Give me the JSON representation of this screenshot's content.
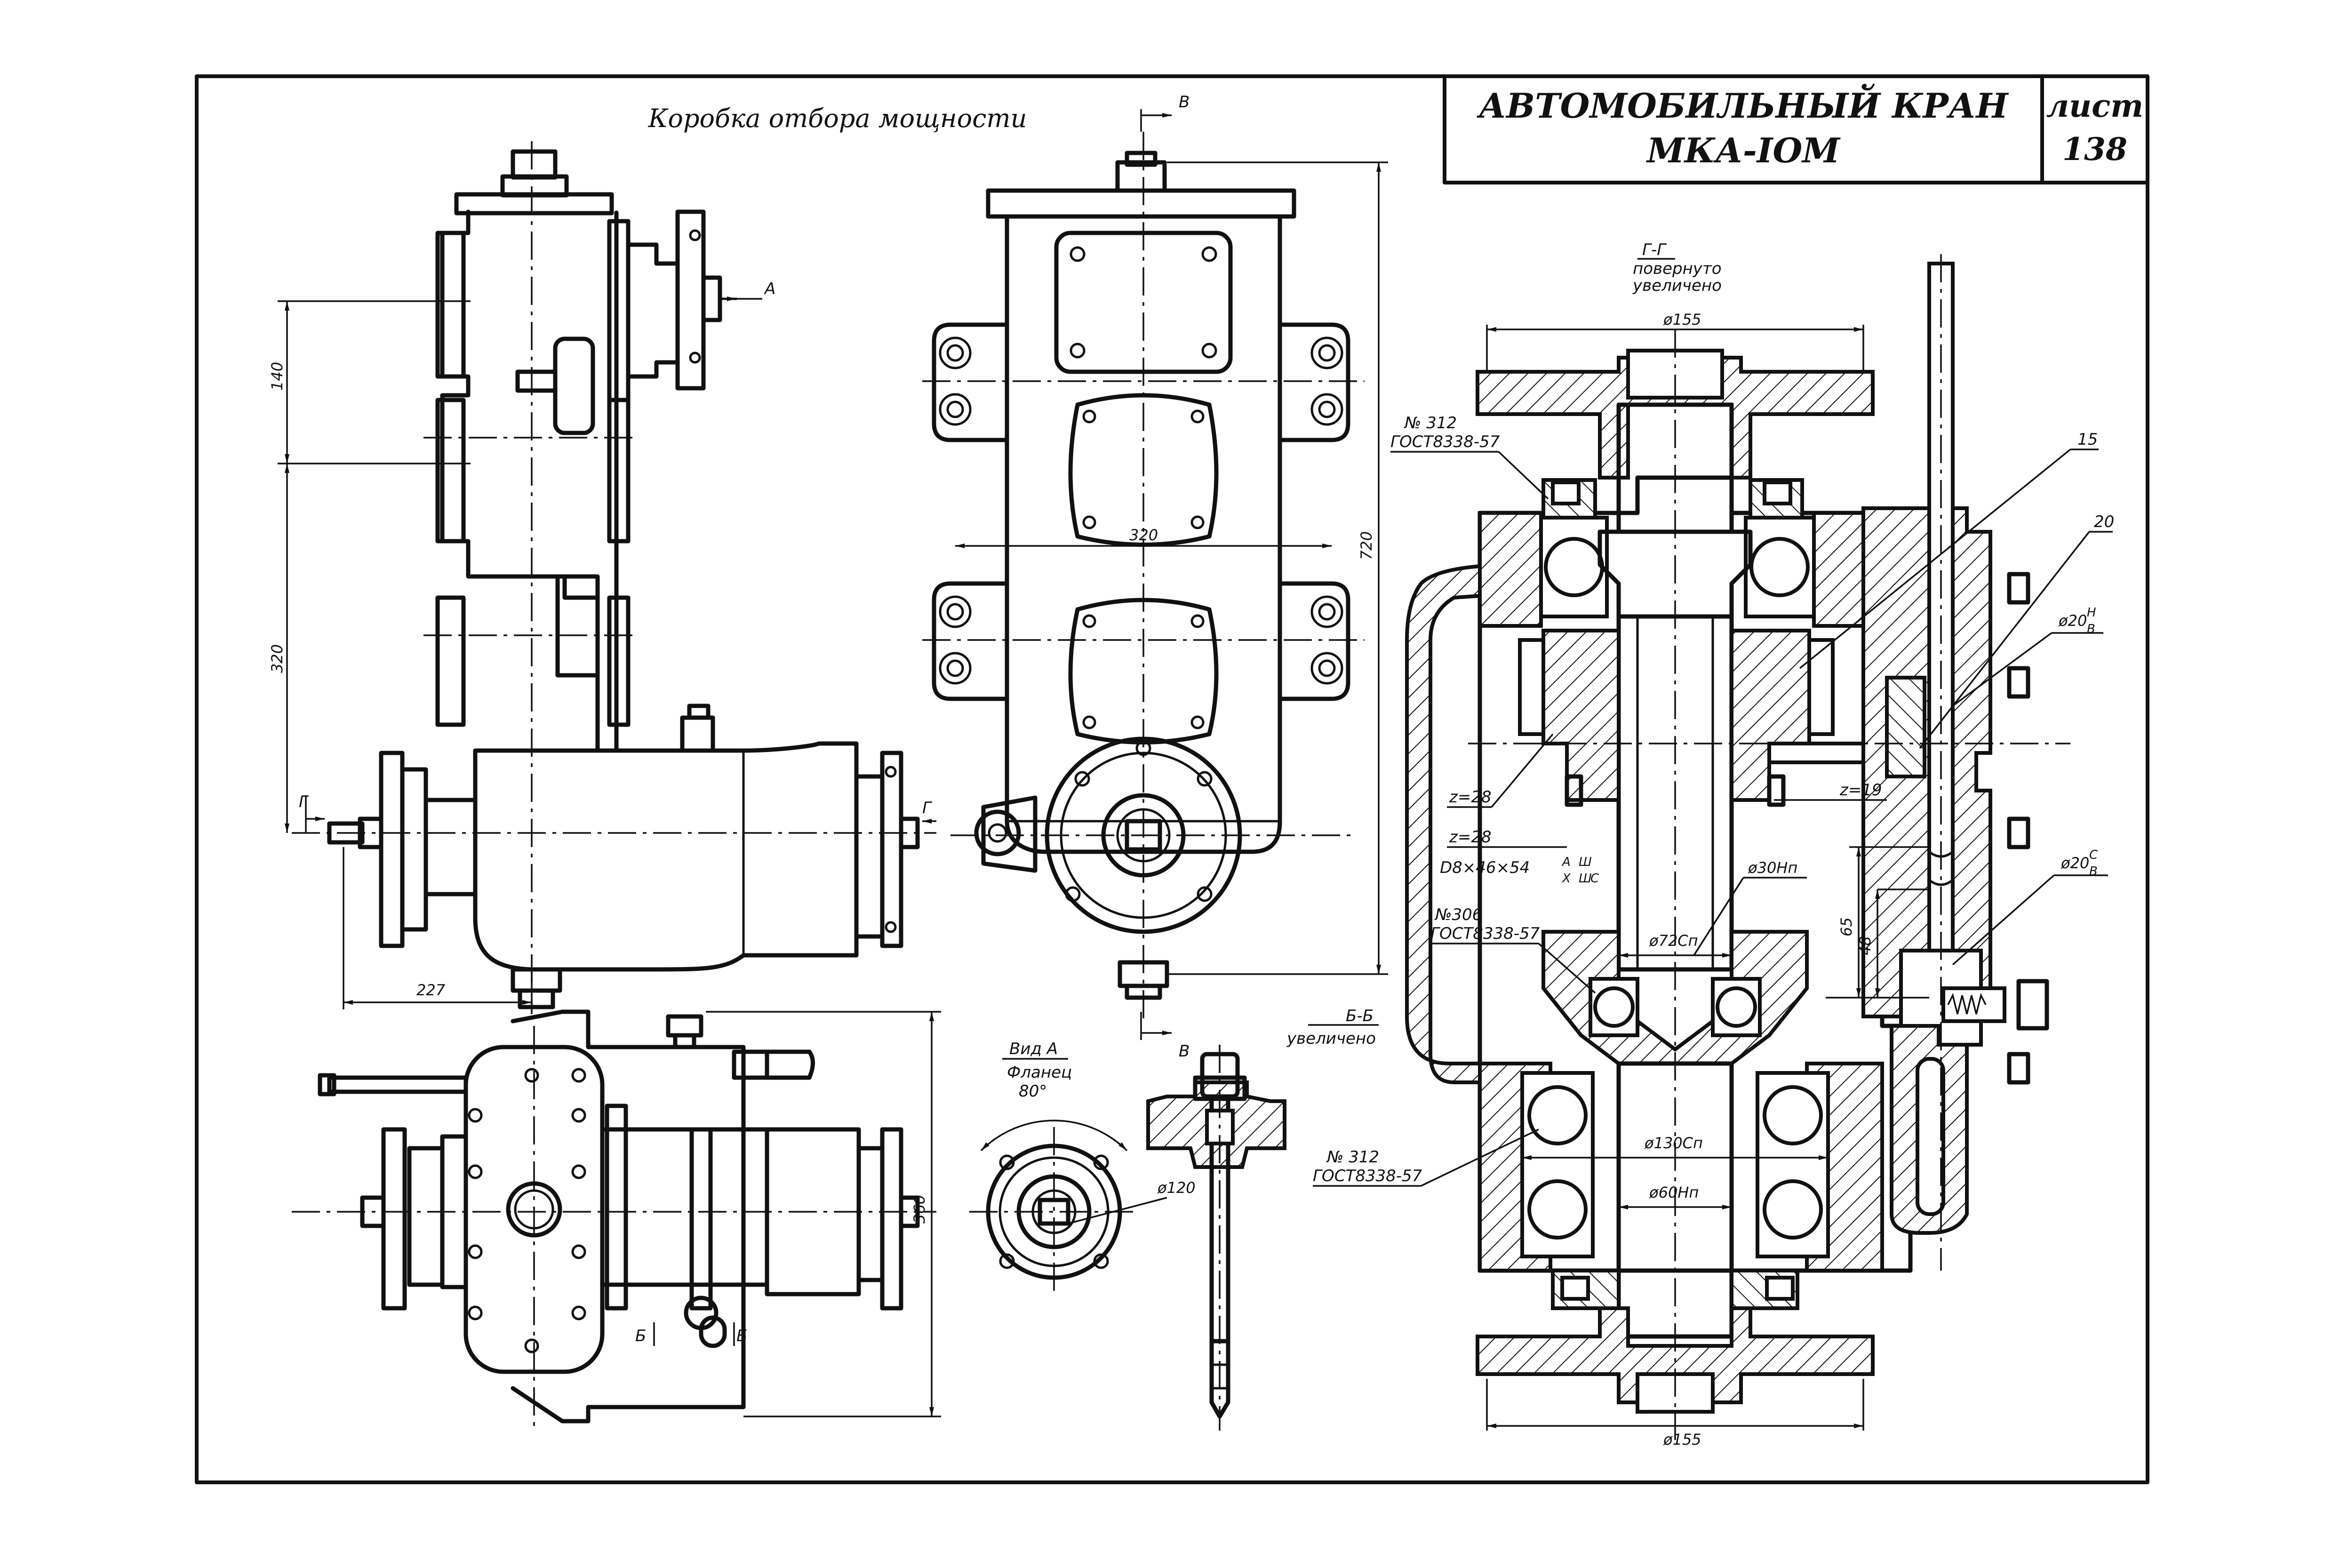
{
  "title_block": {
    "title_line1": "АВТОМОБИЛЬНЫЙ   КРАН",
    "title_line2": "МКА-IOM",
    "sheet_label": "лист",
    "sheet_number": "138"
  },
  "captions": {
    "main": "Коробка отбора мощности",
    "section_gg": "Г-Г",
    "section_gg_note1": "повернуто",
    "section_gg_note2": "увеличено",
    "section_bb": "Б-Б",
    "section_bb_note": "увеличено",
    "view_a": "Вид А",
    "view_a_note": "Фланец",
    "view_a_angle": "80°"
  },
  "section_marks": {
    "A": "А",
    "V_top": "В",
    "V_bottom": "В",
    "G_left": "Г",
    "G_right": "Г",
    "B_left": "Б",
    "B_right": "Б"
  },
  "dimensions": {
    "d140": "140",
    "d320_left": "320",
    "d227": "227",
    "d320_front": "320",
    "d720": "720",
    "d360": "360",
    "d120": "ø120",
    "d155_top": "ø155",
    "d155_bottom": "ø155",
    "d30": "ø30Нп",
    "d72": "ø72Сп",
    "d130": "ø130Сп",
    "d60": "ø60Нп",
    "d65": "65",
    "d48": "48",
    "d20hb": "ø20",
    "d20hb_num": "Н",
    "d20hb_den": "В",
    "d20cb": "ø20",
    "d20cb_num": "С",
    "d20cb_den": "В"
  },
  "callouts": {
    "bearing312_top_1": "№ 312",
    "bearing312_top_2": "ГОСТ8338-57",
    "bearing306_1": "№306",
    "bearing306_2": "ГОСТ8338-57",
    "bearing312_bot_1": "№ 312",
    "bearing312_bot_2": "ГОСТ8338-57",
    "z28_a": "z=28",
    "z28_b": "z=28",
    "z19": "z=19",
    "spline": "D8×46×54",
    "spline_f1_num": "А",
    "spline_f1_den": "Х",
    "spline_f2_num": "Ш",
    "spline_f2_den": "Ш",
    "spline_suffix": "С",
    "pos15": "15",
    "pos20": "20"
  }
}
